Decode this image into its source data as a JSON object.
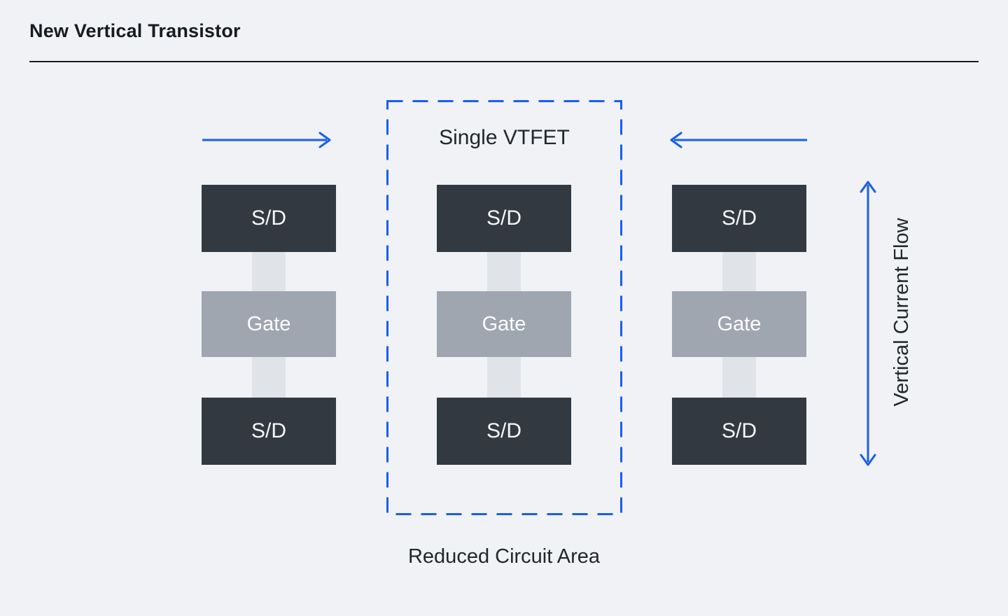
{
  "header": {
    "title": "New Vertical Transistor"
  },
  "diagram": {
    "box_label": "Single VTFET",
    "caption": "Reduced Circuit Area",
    "vertical_label": "Vertical Current Flow",
    "stacks": [
      {
        "id": "left",
        "top": "S/D",
        "middle": "Gate",
        "bottom": "S/D"
      },
      {
        "id": "center",
        "top": "S/D",
        "middle": "Gate",
        "bottom": "S/D"
      },
      {
        "id": "right",
        "top": "S/D",
        "middle": "Gate",
        "bottom": "S/D"
      }
    ],
    "icons": {
      "left_flow": "flow-arrow-right-icon",
      "right_flow": "flow-arrow-left-icon",
      "vertical_flow": "vertical-flow-double-arrow-icon"
    },
    "colors": {
      "background": "#f0f2f5",
      "sd_block": "#333940",
      "gate_block": "#a0a6af",
      "pillar": "#e0e3e7",
      "accent_blue": "#1a5df0",
      "text_dark": "#21272a",
      "block_text": "#f4f6f8"
    }
  }
}
